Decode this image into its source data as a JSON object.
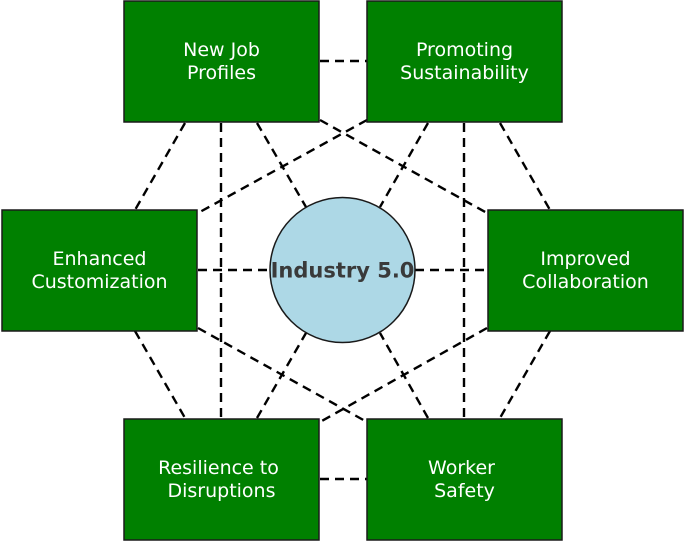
{
  "diagram": {
    "center": {
      "label": "Industry 5.0"
    },
    "nodes": [
      {
        "id": "new-job-profiles",
        "lines": [
          "New Job",
          "Profiles"
        ]
      },
      {
        "id": "promoting-sustainability",
        "lines": [
          "Promoting",
          "Sustainability"
        ]
      },
      {
        "id": "enhanced-customization",
        "lines": [
          "Enhanced",
          "Customization"
        ]
      },
      {
        "id": "improved-collaboration",
        "lines": [
          "Improved",
          "Collaboration"
        ]
      },
      {
        "id": "resilience-to-disruptions",
        "lines": [
          "Resilience to",
          "Disruptions"
        ]
      },
      {
        "id": "worker-safety",
        "lines": [
          "Worker",
          "Safety"
        ]
      }
    ],
    "colors": {
      "box_fill": "#008000",
      "box_stroke": "#1a1a1a",
      "box_text": "#ffffff",
      "center_fill": "#add8e6",
      "center_text": "#3a3a3a",
      "line": "#000000"
    }
  }
}
